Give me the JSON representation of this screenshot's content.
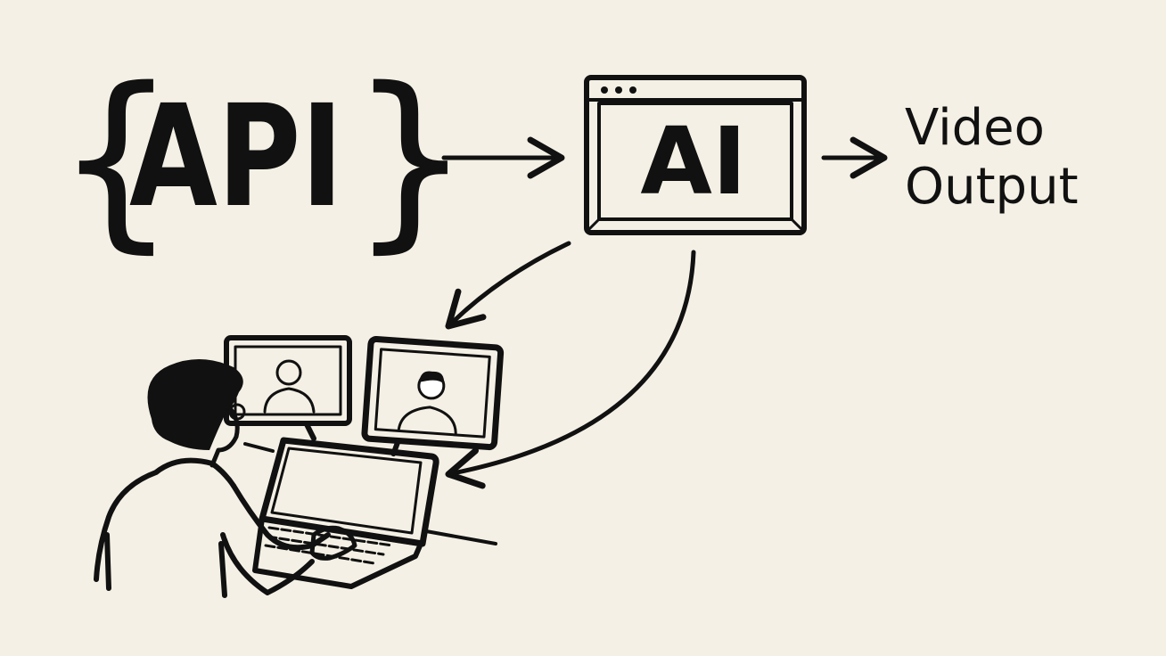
{
  "diagram": {
    "api_block": {
      "open_brace": "{",
      "label": "API",
      "close_brace": "}"
    },
    "ai_window": {
      "label": "AI"
    },
    "output": {
      "line1": "Video",
      "line2": "Output"
    },
    "colors": {
      "background": "#f4f0e5",
      "ink": "#111111",
      "screen": "#ffffff"
    },
    "icons": [
      "browser-window-icon",
      "person-at-laptop-illustration",
      "monitor-icon",
      "user-avatar-icon",
      "arrow-icon"
    ]
  }
}
